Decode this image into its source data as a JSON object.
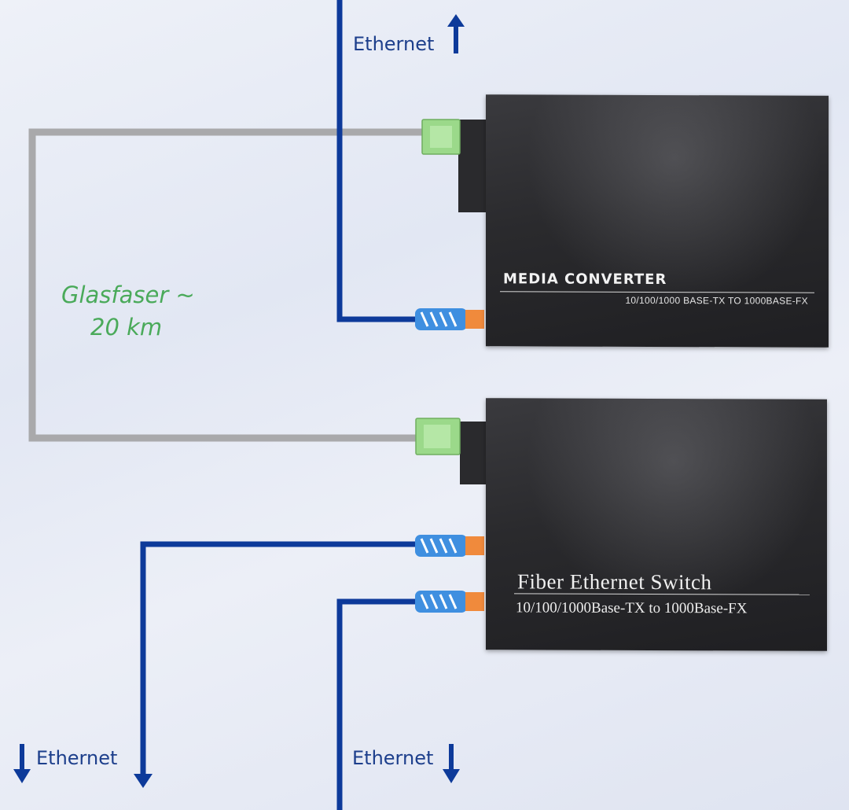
{
  "labels": {
    "ethernet_top": "Ethernet",
    "ethernet_bottom_left": "Ethernet",
    "ethernet_bottom_middle": "Ethernet",
    "fiber_line1": "Glasfaser ~",
    "fiber_line2": "20 km"
  },
  "devices": {
    "media_converter": {
      "title": "MEDIA CONVERTER",
      "subtitle": "10/100/1000 BASE-TX TO 1000BASE-FX"
    },
    "fiber_switch": {
      "title": "Fiber Ethernet Switch",
      "subtitle": "10/100/1000Base-TX to 1000Base-FX"
    }
  },
  "colors": {
    "ethernet_cable": "#0d3a9a",
    "fiber_cable": "#a9a9ab",
    "fiber_connector": "#9bd98a",
    "fiber_label": "#4aaa5a",
    "rj45_plug": "#3f8fe0",
    "rj45_boot": "#f08a3c"
  }
}
